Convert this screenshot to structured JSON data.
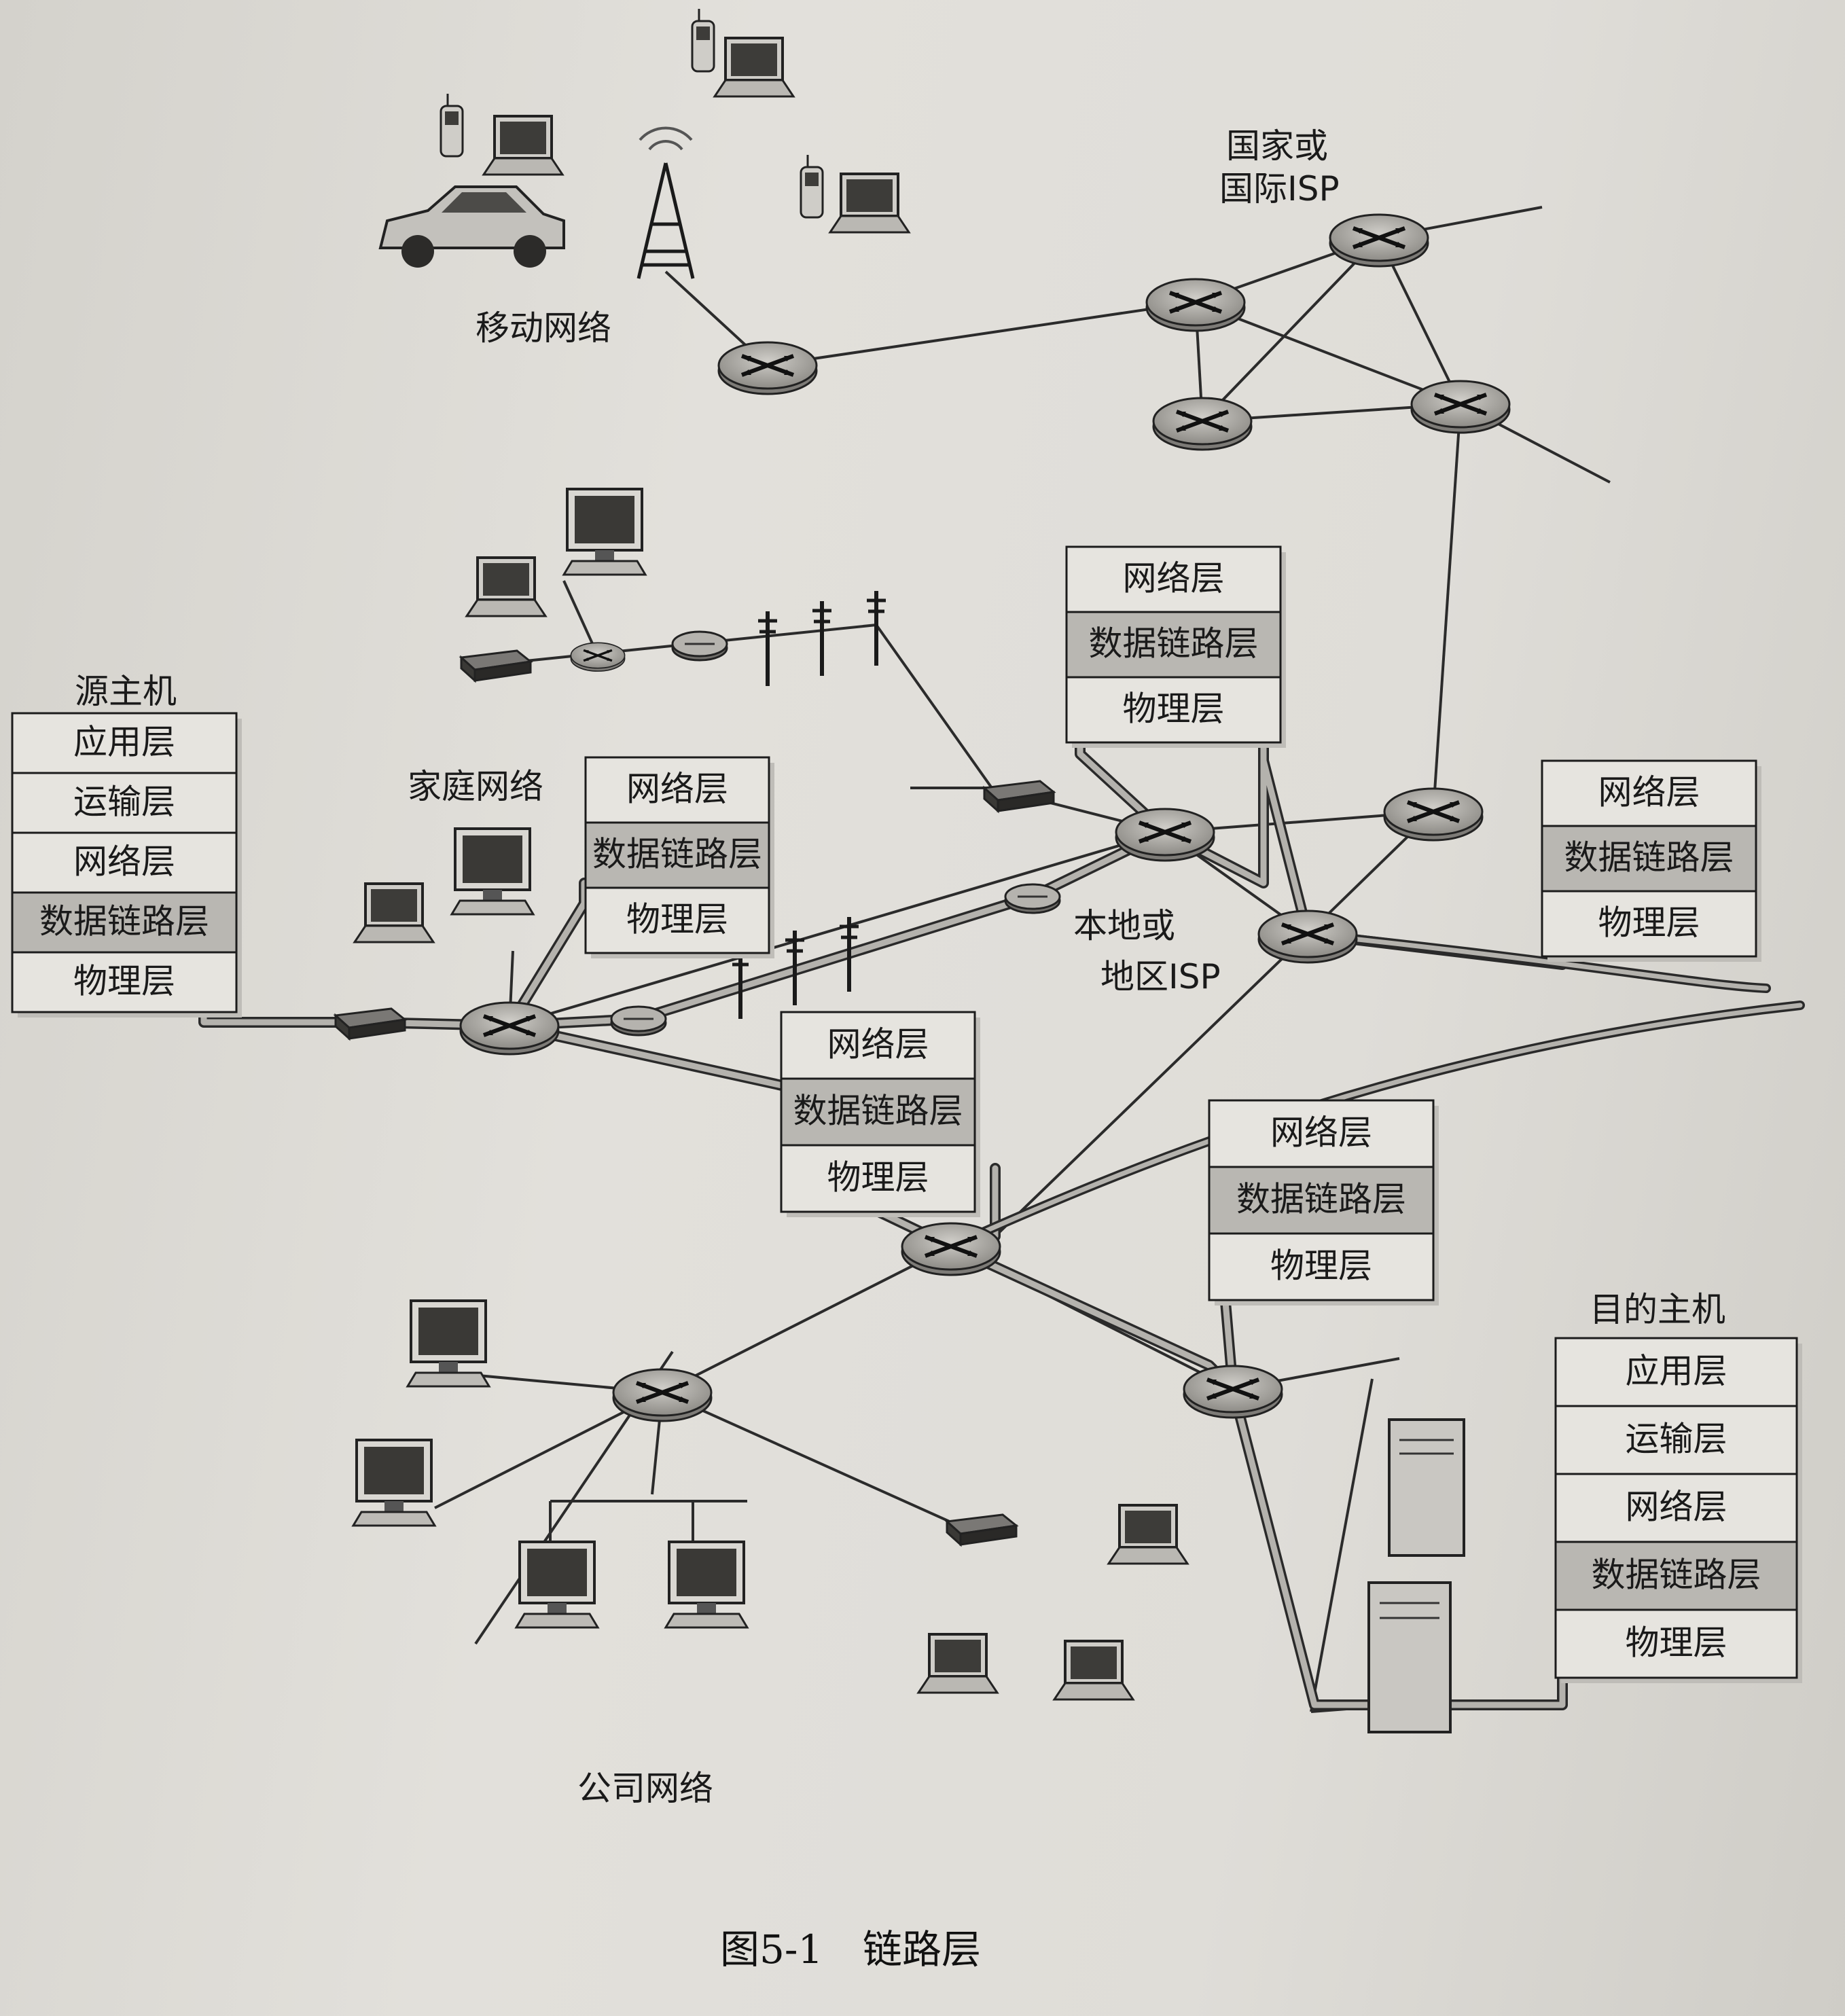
{
  "labels": {
    "mobile_network": "移动网络",
    "national_isp_line1": "国家或",
    "national_isp_line2": "国际ISP",
    "home_network": "家庭网络",
    "local_isp_line1": "本地或",
    "local_isp_line2": "地区ISP",
    "source_host": "源主机",
    "dest_host": "目的主机",
    "corporate_network": "公司网络",
    "figure_caption_num": "图5-1",
    "figure_caption_text": "链路层"
  },
  "stacks": {
    "source": [
      "应用层",
      "运输层",
      "网络层",
      "数据链路层",
      "物理层"
    ],
    "dest": [
      "应用层",
      "运输层",
      "网络层",
      "数据链路层",
      "物理层"
    ],
    "router_top": [
      "网络层",
      "数据链路层",
      "物理层"
    ],
    "router_home": [
      "网络层",
      "数据链路层",
      "物理层"
    ],
    "router_right": [
      "网络层",
      "数据链路层",
      "物理层"
    ],
    "router_mid": [
      "网络层",
      "数据链路层",
      "物理层"
    ],
    "router_bottom": [
      "网络层",
      "数据链路层",
      "物理层"
    ]
  },
  "colors": {
    "ink": "#1c1c1c",
    "router_fill": "#a8a6a1",
    "link_highlight": "#6e6c68",
    "datalink_band": "#b9b7b2",
    "paper": "#dfddd8"
  }
}
